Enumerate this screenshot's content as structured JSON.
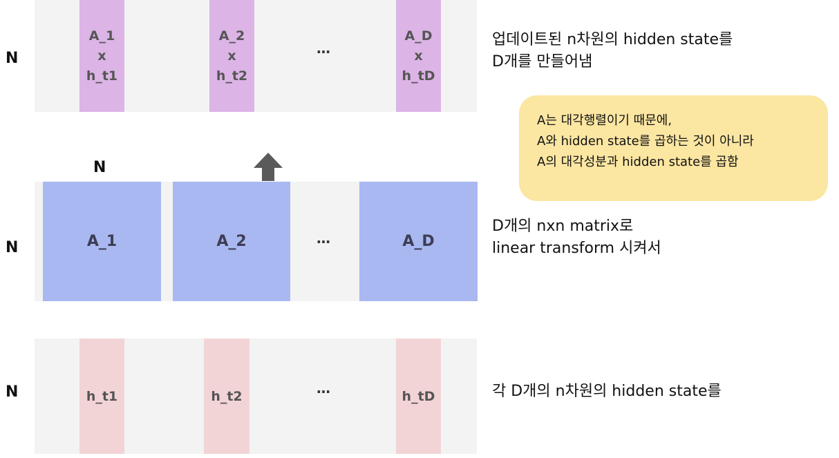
{
  "n_label": "N",
  "top_row": {
    "columns": [
      {
        "a": "A_1",
        "x": "x",
        "h": "h_t1"
      },
      {
        "a": "A_2",
        "x": "x",
        "h": "h_t2"
      },
      {
        "a": "A_D",
        "x": "x",
        "h": "h_tD"
      }
    ],
    "ellipsis": "…",
    "description": [
      "업데이트된 n차원의 hidden state를",
      "D개를 만들어냄"
    ]
  },
  "note": {
    "lines": [
      "A는 대각행렬이기 때문에,",
      "A와 hidden state를 곱하는 것이 아니라",
      "A의 대각성분과 hidden state를 곱함"
    ],
    "colors": {
      "background": "#fbe6a2"
    }
  },
  "middle_row": {
    "matrices": [
      "A_1",
      "A_2",
      "A_D"
    ],
    "ellipsis": "…",
    "description": [
      "D개의 nxn matrix로",
      "linear transform 시켜서"
    ]
  },
  "bottom_row": {
    "columns": [
      "h_t1",
      "h_t2",
      "h_tD"
    ],
    "ellipsis": "…",
    "description": [
      "각 D개의 n차원의 hidden state를"
    ]
  },
  "colors": {
    "purple": "#dcb4e6",
    "blue": "#a9b8f0",
    "pink": "#f3d4d6",
    "band": "#f3f3f3",
    "arrow": "#5a5a5a"
  },
  "icons": {
    "arrow": "up-arrow-icon"
  }
}
